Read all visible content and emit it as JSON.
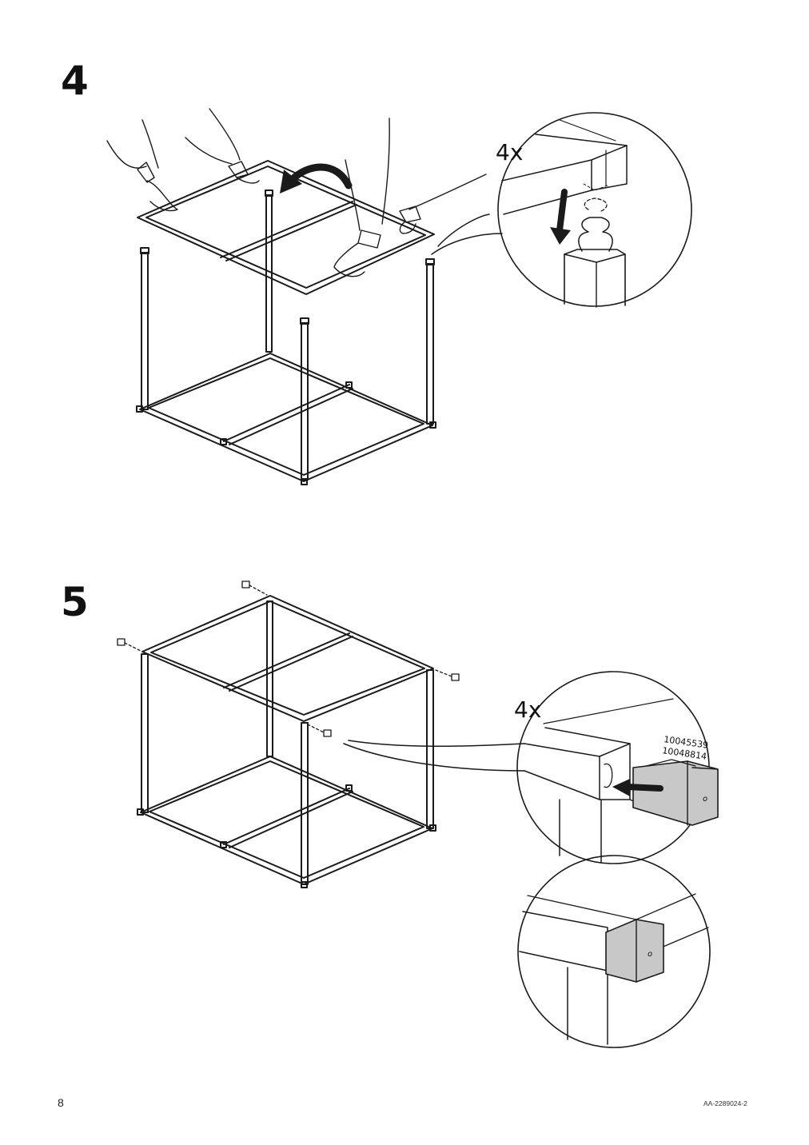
{
  "steps": [
    {
      "number": "4",
      "count_label": "4x"
    },
    {
      "number": "5",
      "count_label": "4x",
      "part_numbers": [
        "10045539",
        "10048814"
      ]
    }
  ],
  "detail_marks": {
    "cap_letter": "o"
  },
  "footer": {
    "page_number": "8",
    "document_code": "AA-2289024-2"
  },
  "colors": {
    "line": "#1a1a1a",
    "cap_fill": "#c8c8c8",
    "arrow": "#1a1a1a"
  },
  "icons": [
    "rotate-arrow-icon",
    "down-arrow-icon",
    "insert-arrow-icon"
  ]
}
